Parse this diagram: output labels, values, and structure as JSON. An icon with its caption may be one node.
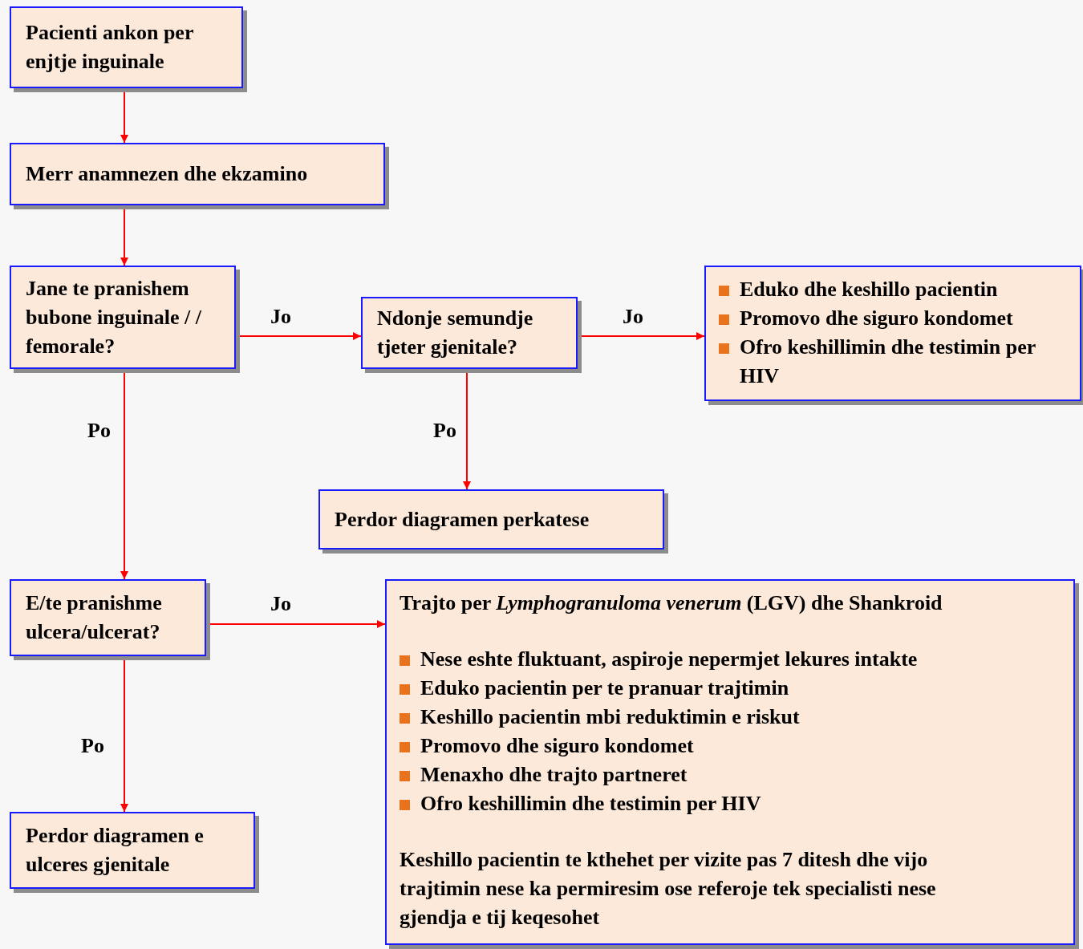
{
  "diagram": {
    "nodes": [
      {
        "text": [
          "Pacienti ankon per enjtje inguinale"
        ]
      },
      {
        "text": [
          "Merr anamnezen dhe ekzamino"
        ]
      },
      {
        "text": [
          "Jane te pranishem bubone inguinale / / femorale?"
        ]
      },
      {
        "text": [
          "Ndonje semundje tjeter gjenitale?"
        ]
      },
      {
        "text": [
          "Eduko dhe keshillo pacientin",
          "Promovo dhe siguro kondomet",
          "Ofro keshillimin dhe testimin per HIV"
        ]
      },
      {
        "text": [
          "Perdor diagramen perkatese"
        ]
      },
      {
        "text": [
          "E/te pranishme ulcera/ulcerat?"
        ]
      },
      {
        "text": [
          "Trajto per *Lymphogranuloma venerum* (LGV) dhe Shankroid",
          "Nese eshte fluktuant, aspiroje nepermjet lekures intakte",
          "Eduko pacientin per te pranuar trajtimin",
          "Keshillo pacientin mbi reduktimin e riskut",
          "Promovo dhe siguro kondomet",
          "Menaxho dhe trajto partneret",
          "Ofro keshillimin dhe testimin per HIV",
          "Keshillo pacientin te kthehet per vizite pas 7 ditesh dhe vijo trajtimin nese ka permiresim ose referoje tek specialisti nese gjendja e tij keqesohet"
        ]
      },
      {
        "text": [
          "Perdor diagramen e ulceres gjenitale"
        ]
      }
    ],
    "edges": [
      {
        "from": 0,
        "to": 1,
        "arrow": "to"
      },
      {
        "from": 1,
        "to": 2,
        "arrow": "to"
      },
      {
        "from": 2,
        "to": 3,
        "arrow": "to",
        "label": "Jo"
      },
      {
        "from": 3,
        "to": 4,
        "arrow": "to",
        "label": "Jo"
      },
      {
        "from": 3,
        "to": 5,
        "arrow": "to",
        "label": "Po"
      },
      {
        "from": 2,
        "to": 6,
        "arrow": "to",
        "label": "Po"
      },
      {
        "from": 6,
        "to": 7,
        "arrow": "to",
        "label": "Jo"
      },
      {
        "from": 6,
        "to": 8,
        "arrow": "to",
        "label": "Po"
      }
    ]
  }
}
